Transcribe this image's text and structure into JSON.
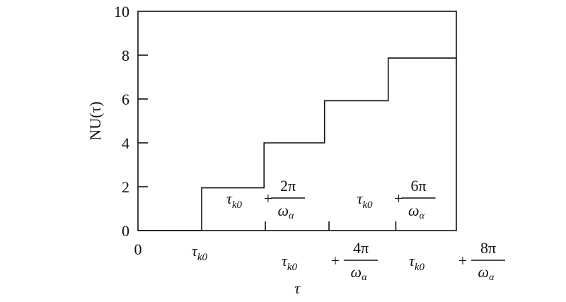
{
  "chart_data": {
    "type": "line",
    "subtype": "step",
    "title": "",
    "xlabel": "τ",
    "ylabel": "NU(τ)",
    "xlim": [
      0,
      5
    ],
    "ylim": [
      0,
      10
    ],
    "y_ticks": [
      0,
      2,
      4,
      6,
      8,
      10
    ],
    "x_origin_label": "0",
    "grid": false,
    "series": [
      {
        "name": "NU(τ)",
        "x": [
          0,
          1,
          1,
          1.98,
          1.98,
          2.93,
          2.93,
          3.93,
          3.93,
          5
        ],
        "y": [
          0,
          0,
          1.95,
          1.95,
          4,
          4,
          5.92,
          5.92,
          7.87,
          7.87
        ]
      }
    ],
    "x_tick_labels": [
      {
        "x": 1,
        "base": "τ",
        "sub": "k0",
        "plus": "",
        "num": "",
        "den": "",
        "den_sub": "",
        "place": "below"
      },
      {
        "x": 2,
        "base": "τ",
        "sub": "k0",
        "plus": "+",
        "num": "2π",
        "den": "ω",
        "den_sub": "α",
        "place": "above"
      },
      {
        "x": 3,
        "base": "τ",
        "sub": "k0",
        "plus": "+",
        "num": "4π",
        "den": "ω",
        "den_sub": "α",
        "place": "below"
      },
      {
        "x": 4.05,
        "base": "τ",
        "sub": "k0",
        "plus": "+",
        "num": "6π",
        "den": "ω",
        "den_sub": "α",
        "place": "above"
      },
      {
        "x": 5,
        "base": "τ",
        "sub": "k0",
        "plus": "+",
        "num": "8π",
        "den": "ω",
        "den_sub": "α",
        "place": "below"
      }
    ]
  }
}
